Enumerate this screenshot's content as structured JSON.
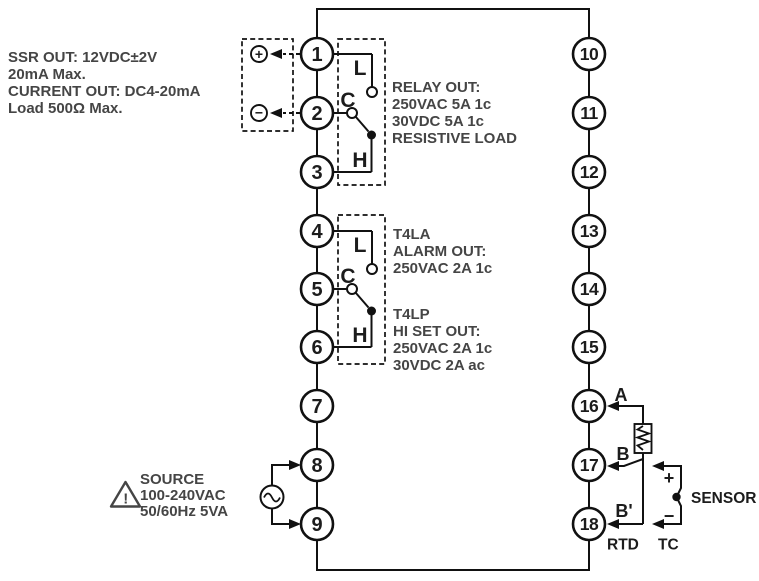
{
  "colors": {
    "line": "#111111",
    "label_text": "#1c1c1c",
    "annotation_text": "#454545",
    "background": "#ffffff"
  },
  "terminals": {
    "left": [
      "1",
      "2",
      "3",
      "4",
      "5",
      "6",
      "7",
      "8",
      "9"
    ],
    "right": [
      "10",
      "11",
      "12",
      "13",
      "14",
      "15",
      "16",
      "17",
      "18"
    ]
  },
  "notes": {
    "analog_out": [
      "SSR OUT: 12VDC±2V",
      "20mA Max.",
      "CURRENT OUT: DC4-20mA",
      "Load 500Ω Max."
    ],
    "relay_out": [
      "RELAY OUT:",
      "250VAC 5A 1c",
      "30VDC 5A 1c",
      "RESISTIVE LOAD"
    ],
    "alarm_out": [
      "T4LA",
      "ALARM OUT:",
      "250VAC 2A 1c"
    ],
    "hi_set_out": [
      "T4LP",
      "HI SET OUT:",
      "250VAC 2A 1c",
      "30VDC 2A ac"
    ],
    "source": [
      "SOURCE",
      "100-240VAC",
      "50/60Hz 5VA"
    ]
  },
  "labels": {
    "relay1": {
      "l": "L",
      "c": "C",
      "h": "H"
    },
    "relay2": {
      "l": "L",
      "c": "C",
      "h": "H"
    },
    "analog": {
      "plus": "+",
      "minus": "−"
    },
    "warning": "!",
    "sensor": {
      "a": "A",
      "b": "B",
      "b_prime": "B'",
      "tc_plus": "+",
      "tc_minus": "−",
      "sensor": "SENSOR",
      "rtd": "RTD",
      "tc": "TC"
    }
  }
}
